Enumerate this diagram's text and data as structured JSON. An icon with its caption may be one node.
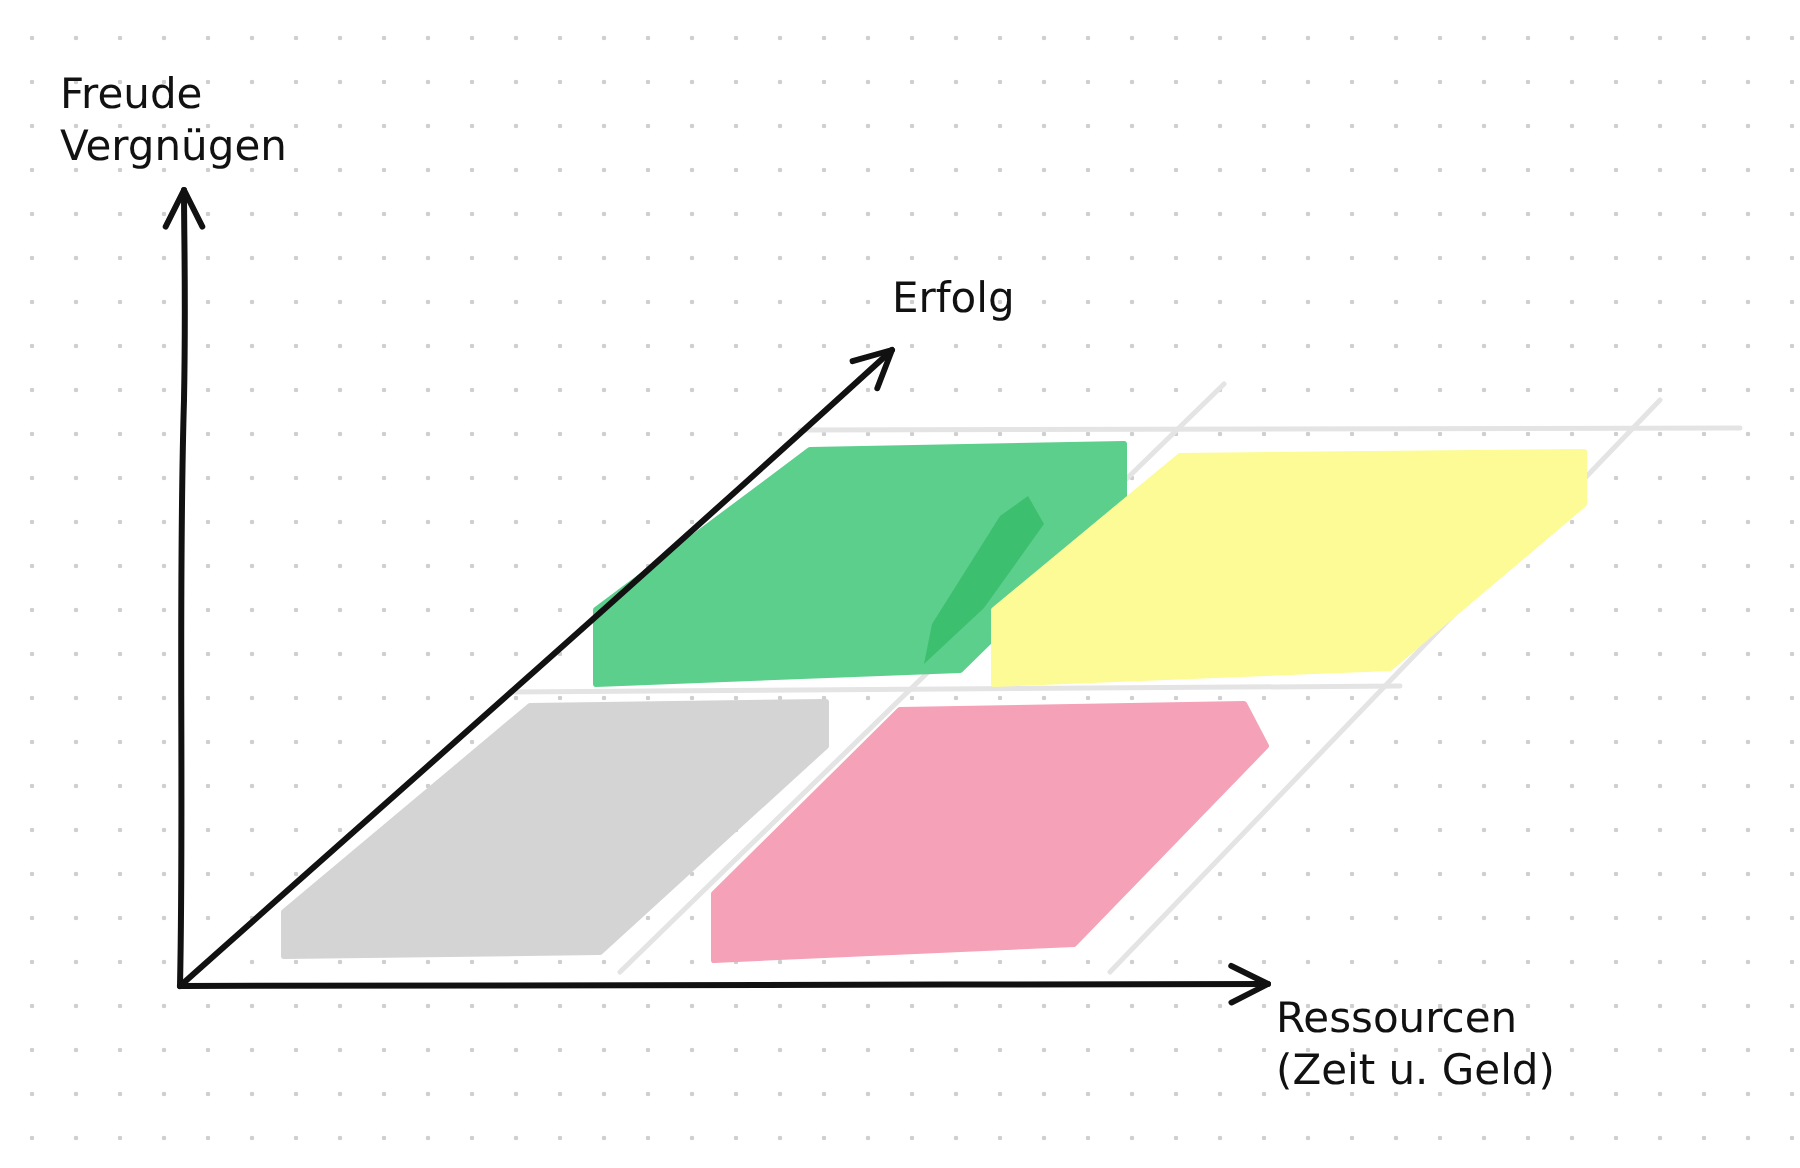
{
  "diagram": {
    "labels": [
      "Freude Vergnügen",
      "Erfolg",
      "Ressourcen (Zeit u. Geld)"
    ]
  }
}
